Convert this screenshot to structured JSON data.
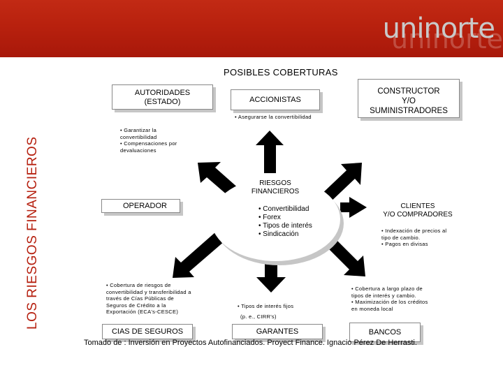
{
  "slide": {
    "side_title": "LOS RIESGOS FINANCIEROS",
    "title": "POSIBLES COBERTURAS",
    "logo_text": "uninorte",
    "footer": "Tomado de : Inversión en Proyectos Autofinanciados. Proyect Finance. Ignacio Pérez De Herrasti."
  },
  "diagram": {
    "nodes": {
      "autoridades": [
        "AUTORIDADES",
        "(ESTADO)"
      ],
      "accionistas": "ACCIONISTAS",
      "constructor": [
        "CONSTRUCTOR",
        "Y/O",
        "SUMINISTRADORES"
      ],
      "operador": "OPERADOR",
      "clientes": [
        "CLIENTES",
        "Y/O COMPRADORES"
      ],
      "cias": "CIAS DE SEGUROS",
      "garantes": "GARANTES",
      "bancos": "BANCOS"
    },
    "center": {
      "title": [
        "RIESGOS",
        "FINANCIEROS"
      ],
      "items": [
        "• Convertibilidad",
        "• Forex",
        "• Tipos de interés",
        "• Sindicación"
      ]
    },
    "notes": {
      "accionistas": [
        "• Asegurarse la convertibilidad"
      ],
      "autoridades": [
        "• Garantizar la",
        "convertibilidad",
        "• Compensaciones por",
        "devaluaciones"
      ],
      "clientes": [
        "• Indexación de precios al",
        "tipo de cambio.",
        "• Pagos en divisas"
      ],
      "cias": [
        "• Cobertura de riesgos de",
        "convertibilidad y transferibilidad a",
        "través de Cías Públicas de",
        "Seguros de Crédito a la",
        "Exportación (ECA's-CESCE)"
      ],
      "garantes": [
        "• Tipos de interés fijos",
        "(p. e., CIRR's)"
      ],
      "bancos": [
        "• Cobertura a largo plazo de",
        "tipos de interés y cambio.",
        "• Maximización de los créditos",
        "en moneda local"
      ]
    }
  },
  "colors": {
    "header_red": "#b8210e",
    "title_red": "#b62110",
    "arrow": "#000000",
    "shadow": "#c6c6c6"
  }
}
